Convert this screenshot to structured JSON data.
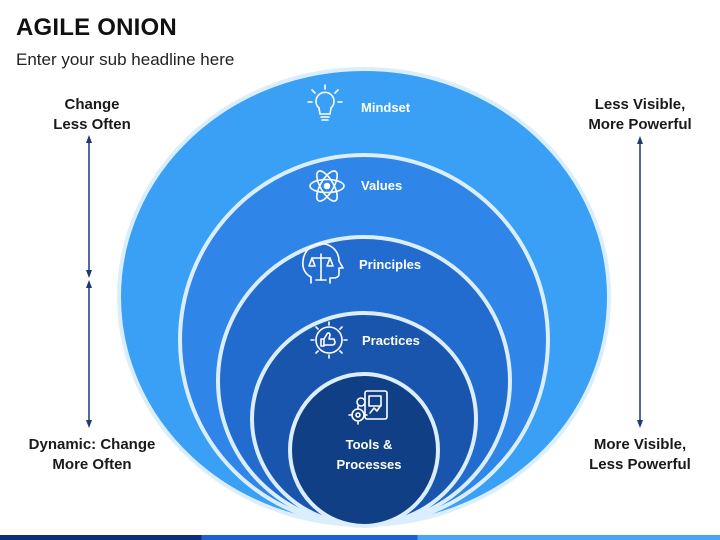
{
  "title": "AGILE ONION",
  "subtitle": "Enter your sub headline here",
  "left": {
    "top": [
      "Change",
      "Less Often"
    ],
    "bottom": [
      "Dynamic: Change",
      "More Often"
    ]
  },
  "right": {
    "top": [
      "Less Visible,",
      "More Powerful"
    ],
    "bottom": [
      "More Visible,",
      "Less Powerful"
    ]
  },
  "layers": [
    {
      "label": "Mindset",
      "icon": "lightbulb-icon",
      "color": "#3aa0f5"
    },
    {
      "label": "Values",
      "icon": "atom-icon",
      "color": "#2f86e8"
    },
    {
      "label": "Principles",
      "icon": "head-scales-icon",
      "color": "#236ccf"
    },
    {
      "label": "Practices",
      "icon": "gear-thumbs-up-icon",
      "color": "#1a55ad"
    },
    {
      "label": "Tools &",
      "label2": "Processes",
      "icon": "tools-gears-icon",
      "color": "#103f86"
    }
  ],
  "colors": {
    "stroke": "#dbeefe",
    "arrow": "#1f3a70"
  }
}
